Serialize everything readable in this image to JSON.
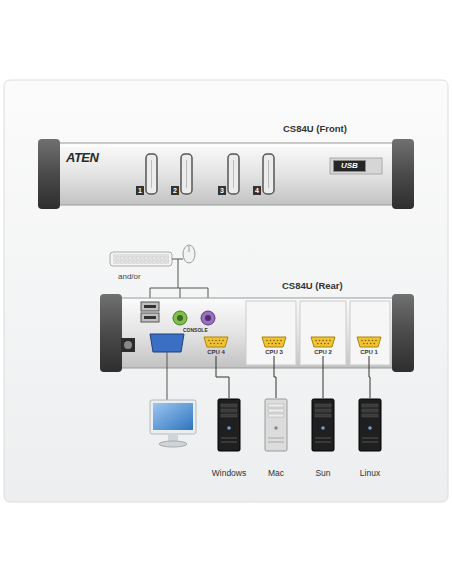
{
  "diagram": {
    "nodes": [
      {
        "text": [
          "CS84U (Front)"
        ]
      },
      {
        "text": [
          "CS84U (Rear)"
        ]
      },
      {
        "text": [
          "CPU 4"
        ],
        "in": 1
      },
      {
        "text": [
          "CPU 3"
        ],
        "in": 1
      },
      {
        "text": [
          "CPU 2"
        ],
        "in": 1
      },
      {
        "text": [
          "CPU 1"
        ],
        "in": 1
      },
      {
        "text": [
          "Windows"
        ]
      },
      {
        "text": [
          "Mac"
        ]
      },
      {
        "text": [
          "Sun"
        ]
      },
      {
        "text": [
          "Linux"
        ]
      }
    ],
    "edges": [
      {
        "from": 2,
        "to": 6,
        "arrow": "none"
      },
      {
        "from": 3,
        "to": 7,
        "arrow": "none"
      },
      {
        "from": 4,
        "to": 8,
        "arrow": "none"
      },
      {
        "from": 5,
        "to": 9,
        "arrow": "none"
      }
    ],
    "labels": [
      "ATEN",
      "1",
      "2",
      "3",
      "4",
      "USB",
      "and/or",
      "CONSOLE"
    ]
  }
}
